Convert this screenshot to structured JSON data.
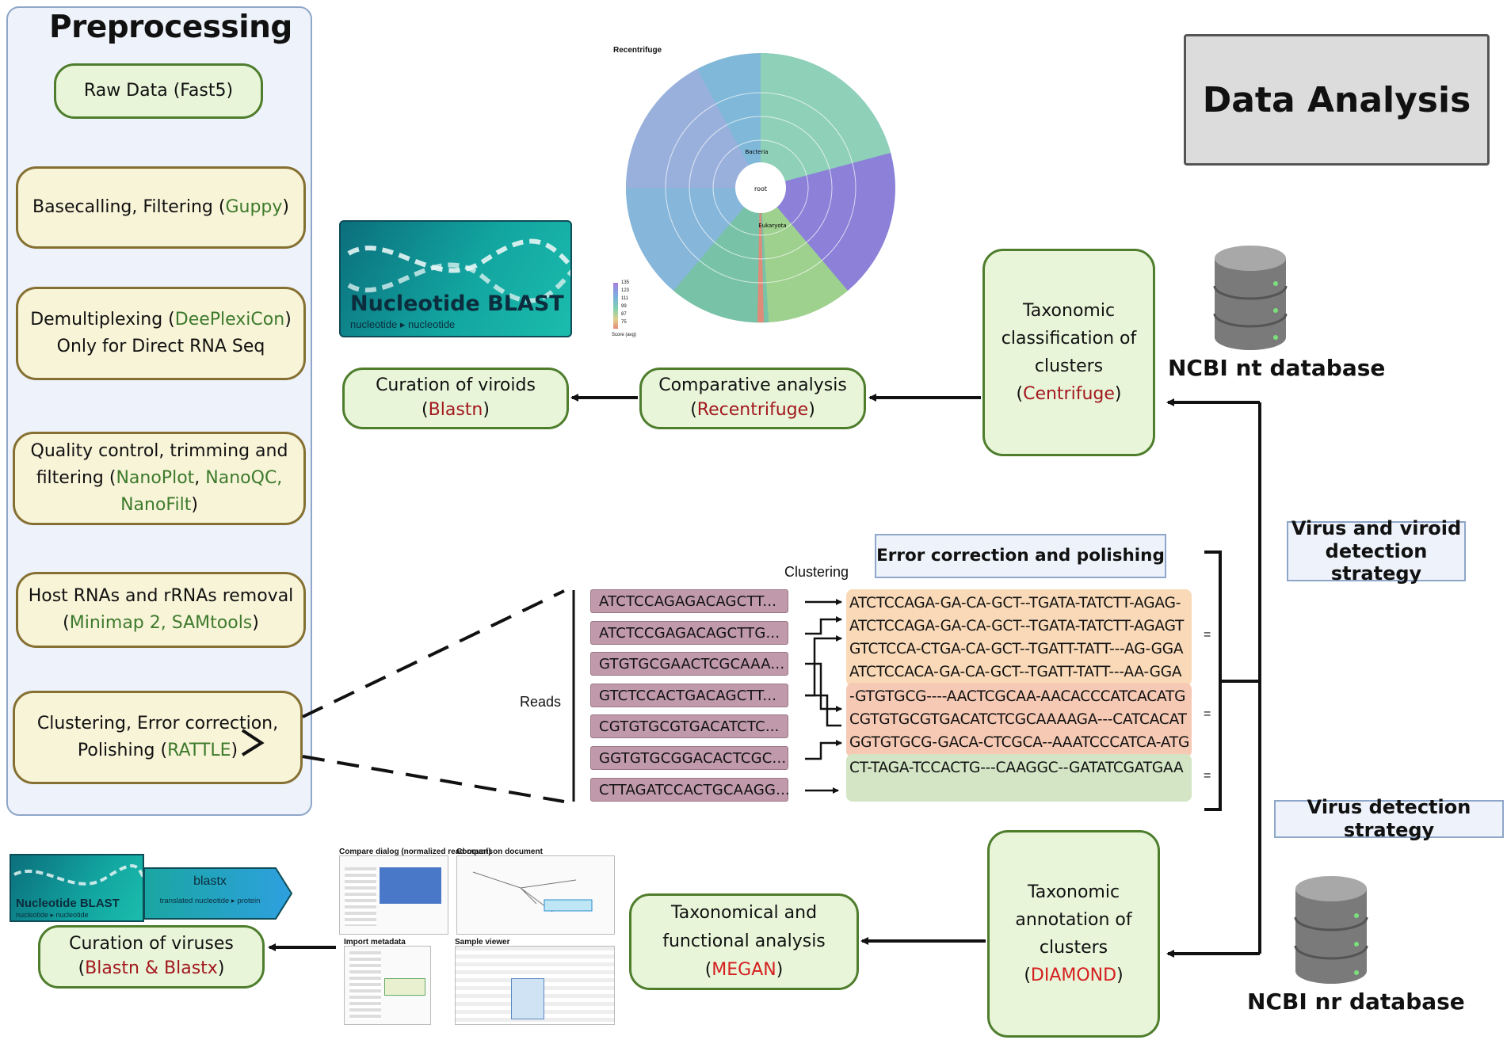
{
  "preprocessing": {
    "title": "Preprocessing",
    "raw_data": "Raw Data (Fast5)",
    "basecalling": {
      "text": "Basecalling, Filtering (",
      "tool": "Guppy",
      "end": ")"
    },
    "demux": {
      "text": "Demultiplexing (",
      "tool": "DeePlexiCon",
      "end": ")",
      "line2": "Only for Direct RNA Seq"
    },
    "qc": {
      "line1": "Quality control, trimming and",
      "pre": "filtering (",
      "tool1": "NanoPlot",
      "sep": ", ",
      "tool2": "NanoQC,",
      "tool3": "NanoFilt",
      "end": ")"
    },
    "host": {
      "line1": "Host RNAs and rRNAs removal",
      "pre": "(",
      "tool": "Minimap 2, SAMtools",
      "end": ")"
    },
    "clustering": {
      "line1": "Clustering, Error correction,",
      "pre": "Polishing (",
      "tool": "RATTLE",
      "end": ")"
    }
  },
  "data_analysis": {
    "title": "Data Analysis"
  },
  "logos": {
    "nucleotide_blast_title": "Nucleotide BLAST",
    "nucleotide_blast_sub": "nucleotide ▸ nucleotide",
    "blastx_title": "blastx",
    "blastx_sub": "translated nucleotide ▸ protein"
  },
  "recentrifuge_chart": {
    "logo": "Recentrifuge",
    "center": "root",
    "labels": [
      "Bacteria",
      "Eukaryota"
    ],
    "score_ticks": [
      "135",
      "123",
      "111",
      "99",
      "87",
      "75"
    ],
    "score_label": "Score (avg)"
  },
  "top_flow": {
    "curation_viroids": {
      "line1": "Curation of viroids",
      "pre": "(",
      "tool": "Blastn",
      "end": ")"
    },
    "comparative": {
      "line1": "Comparative analysis",
      "pre": "(",
      "tool": "Recentrifuge",
      "end": ")"
    },
    "taxonomic_class": {
      "line1": "Taxonomic",
      "line2": "classification of",
      "line3": "clusters",
      "pre": "(",
      "tool": "Centrifuge",
      "end": ")"
    },
    "nt_db": "NCBI nt database"
  },
  "bottom_flow": {
    "curation_viruses": {
      "line1": "Curation of viruses",
      "pre": "(",
      "tool": "Blastn & Blastx",
      "end": ")"
    },
    "taxonomical": {
      "line1": "Taxonomical and",
      "line2": "functional analysis",
      "pre": "(",
      "tool": "MEGAN",
      "end": ")"
    },
    "taxonomic_annot": {
      "line1": "Taxonomic",
      "line2": "annotation of",
      "line3": "clusters",
      "pre": "(",
      "tool": "DIAMOND",
      "end": ")"
    },
    "nr_db": "NCBI nr database"
  },
  "megan_panels": {
    "a": "Compare dialog (normalized read count)",
    "b": "Comparison document",
    "c": "Import metadata",
    "d": "Sample viewer"
  },
  "strategies": {
    "virus_viroid": {
      "line1": "Virus and viroid",
      "line2": "detection strategy"
    },
    "virus_only": "Virus detection strategy"
  },
  "clustering_detail": {
    "error_title": "Error correction and polishing",
    "clustering_label": "Clustering",
    "reads_label": "Reads",
    "reads": [
      "ATCTCCAGAGACAGCTT...",
      "ATCTCCGAGACAGCTTG...",
      "GTGTGCGAACTCGCAAA...",
      "GTCTCCACTGACAGCTT...",
      "CGTGTGCGTGACATCTC...",
      "GGTGTGCGGACACTCGC...",
      "CTTAGATCCACTGCAAGG..."
    ],
    "cluster1": [
      "ATCTCCAGA-GA-CA-GCT--TGATA-TATCTT-AGAG-",
      "ATCTCCAGA-GA-CA-GCT--TGATA-TATCTT-AGAGT",
      "GTCTCCA-CTGA-CA-GCT--TGATT-TATT---AG-GGA",
      "ATCTCCACA-GA-CA-GCT--TGATT-TATT---AA-GGA"
    ],
    "cluster2": [
      "-GTGTGCG----AACTCGCAA-AACACCCATCACATG",
      "CGTGTGCGTGACATCTCGCAAAAGA---CATCACAT",
      "GGTGTGCG-GACA-CTCGCA--AAATCCCATCA-ATG"
    ],
    "cluster3": [
      "CT-TAGA-TCCACTG---CAAGGC--GATATCGATGAA"
    ],
    "eq": [
      "=",
      "=",
      "="
    ]
  }
}
